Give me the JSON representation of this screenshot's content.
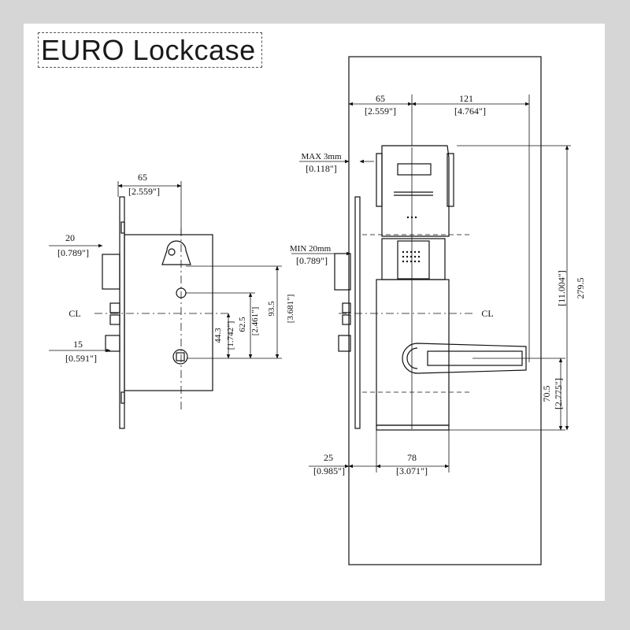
{
  "title": "EURO Lockcase",
  "colors": {
    "border": "#d6d6d6",
    "line": "#111111",
    "background": "#ffffff"
  },
  "left_view": {
    "dim_width": {
      "mm": "65",
      "inch": "[2.559\"]"
    },
    "dim_top_offset": {
      "mm": "20",
      "inch": "[0.789\"]"
    },
    "dim_bottom_offset": {
      "mm": "15",
      "inch": "[0.591\"]"
    },
    "cl_label": "CL",
    "dim_44": {
      "mm": "44.3",
      "inch": "[1.742\"]"
    },
    "dim_62": {
      "mm": "62.5",
      "inch": "[2.461\"]"
    },
    "dim_93": {
      "mm": "93.5",
      "inch": "[3.681\"]"
    }
  },
  "right_view": {
    "dim_65": {
      "mm": "65",
      "inch": "[2.559\"]"
    },
    "dim_121": {
      "mm": "121",
      "inch": "[4.764\"]"
    },
    "dim_max": {
      "mm": "MAX 3mm",
      "inch": "[0.118\"]"
    },
    "dim_min": {
      "mm": "MIN 20mm",
      "inch": "[0.789\"]"
    },
    "cl_label": "CL",
    "dim_279": {
      "mm": "279.5",
      "inch": "[11.004\"]"
    },
    "dim_70": {
      "mm": "70.5",
      "inch": "[2.775\"]"
    },
    "dim_25": {
      "mm": "25",
      "inch": "[0.985\"]"
    },
    "dim_78": {
      "mm": "78",
      "inch": "[3.071\"]"
    }
  }
}
